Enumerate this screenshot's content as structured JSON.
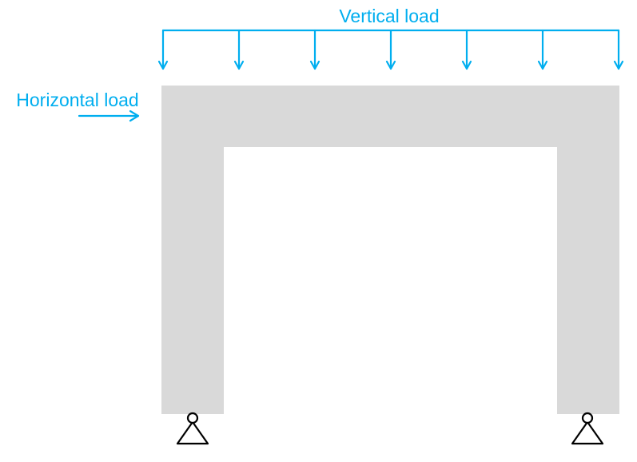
{
  "labels": {
    "vertical_load": "Vertical load",
    "horizontal_load": "Horizontal load"
  },
  "colors": {
    "load": "#00AEEF",
    "frame": "#D9D9D9",
    "support": "#000000",
    "background": "#FFFFFF"
  },
  "icons": {
    "vertical_load_arrow": "arrow-down-icon",
    "horizontal_load_arrow": "arrow-right-icon",
    "support": "pin-support-icon"
  },
  "diagram": {
    "type": "portal-frame",
    "vertical_load_arrow_count": 7,
    "support_count": 2
  }
}
